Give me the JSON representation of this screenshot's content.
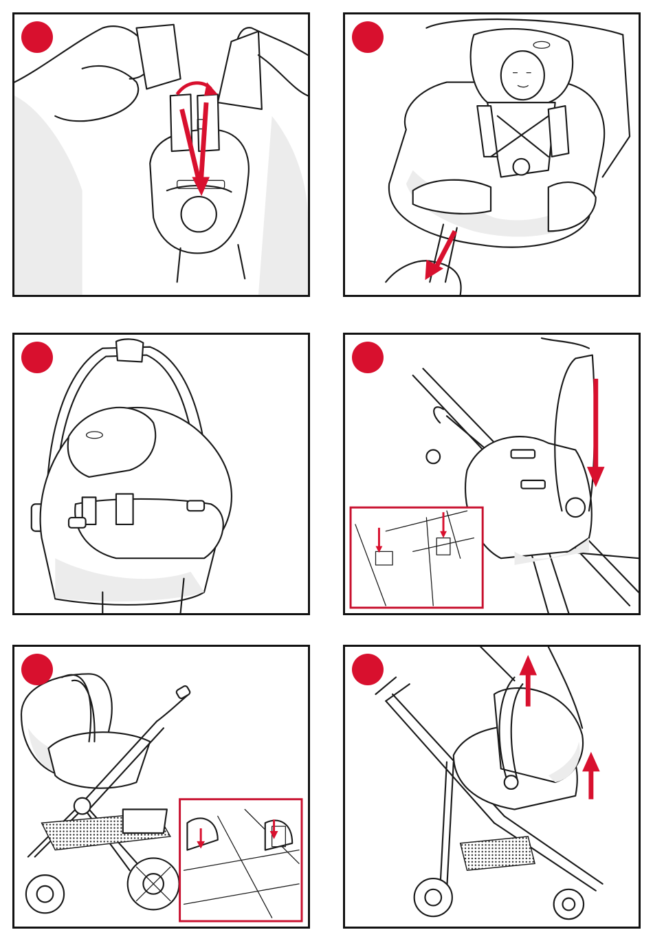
{
  "colors": {
    "accent_red": "#d8102e",
    "frame": "#111111",
    "inset_border": "#c8102e"
  },
  "panels": [
    {
      "step_marker": "red-circle",
      "illustration": "harness-buckle-insertion"
    },
    {
      "step_marker": "red-circle",
      "illustration": "baby-in-car-seat-strap-pull"
    },
    {
      "step_marker": "red-circle",
      "illustration": "carry-handle-upright"
    },
    {
      "step_marker": "red-circle",
      "illustration": "seat-onto-stroller-frame"
    },
    {
      "step_marker": "red-circle",
      "illustration": "seat-attached-to-stroller"
    },
    {
      "step_marker": "red-circle",
      "illustration": "lift-seat-off-stroller"
    }
  ]
}
